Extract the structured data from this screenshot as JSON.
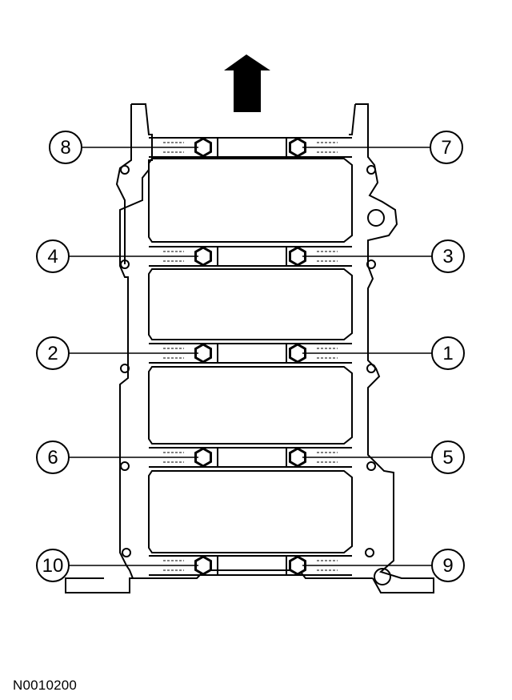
{
  "callouts": [
    {
      "number": "8",
      "side": "left",
      "row": 0
    },
    {
      "number": "7",
      "side": "right",
      "row": 0
    },
    {
      "number": "4",
      "side": "left",
      "row": 1
    },
    {
      "number": "3",
      "side": "right",
      "row": 1
    },
    {
      "number": "2",
      "side": "left",
      "row": 2
    },
    {
      "number": "1",
      "side": "right",
      "row": 2
    },
    {
      "number": "6",
      "side": "left",
      "row": 3
    },
    {
      "number": "5",
      "side": "right",
      "row": 3
    },
    {
      "number": "10",
      "side": "left",
      "row": 4
    },
    {
      "number": "9",
      "side": "right",
      "row": 4
    }
  ],
  "figure_id": "N0010200",
  "colors": {
    "line": "#000000",
    "background": "#ffffff"
  },
  "icons": {
    "direction": "front-arrow-icon",
    "bolt": "hex-bolt-icon"
  }
}
